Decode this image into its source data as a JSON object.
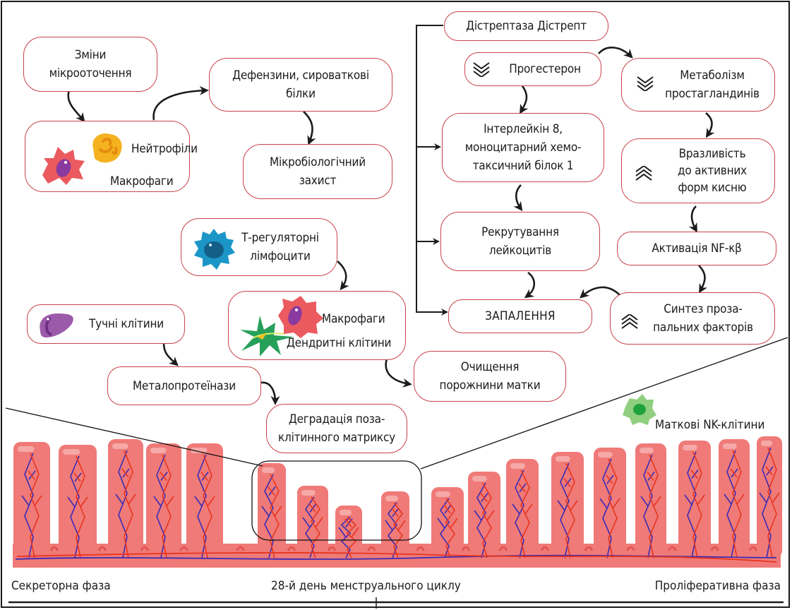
{
  "colors": {
    "node_border": "#c9424a",
    "arrow": "#1b1b1b",
    "tissue": "#ef7a78",
    "tissue_dark": "#e25550",
    "artery": "#e8351f",
    "vein": "#3a2bb5",
    "neutrophil": "#f4b21f",
    "macrophage": "#ea5a5f",
    "nucleus": "#8a3a9e",
    "treg": "#1b96c7",
    "mast_cell": "#9c5aaa",
    "dendritic": "#27a05a",
    "nk_cell": "#8fcf7f"
  },
  "nodes": {
    "microenv": "Зміни\nмікрооточення",
    "neutrophils": "Нейтрофіли",
    "macrophages_1": "Макрофаги",
    "defensins": "Дефензини, сироваткові\nбілки",
    "microbio": "Мікробіологічний\nзахист",
    "treg": "Т-регуляторні\nлімфоцити",
    "macrophages_2": "Макрофаги",
    "dendritic": "Дендритні клітини",
    "mast": "Тучні клітини",
    "mmp": "Металопротеїнази",
    "ecm": "Деградація поза-\nклітинного матриксу",
    "cleaning": "Очищення\nпорожнини матки",
    "distrept": "Дістрептаза Дістрепт",
    "progesterone": "Прогестерон",
    "il8": "Інтерлейкін 8,\nмоноцитарний хемо-\nтаксичний  білок 1",
    "recruit": "Рекрутування\nлейкоцитів",
    "inflammation": "ЗАПАЛЕННЯ",
    "pg_metab": "Метаболізм\nпростагландинів",
    "ros": "Вразливість\nдо активних\nформ кисню",
    "nfkb": "Активація NF-κβ",
    "proinf": "Синтез проза-\nпальних факторів"
  },
  "indicators": {
    "progesterone": "decrease",
    "pg_metab": "decrease",
    "ros": "increase",
    "proinf": "increase"
  },
  "tissue": {
    "nk_label": "Маткові NK-клітини"
  },
  "timeline": {
    "left": "Секреторна фаза",
    "center": "28-й день менструального циклу",
    "right": "Проліферативна фаза"
  }
}
